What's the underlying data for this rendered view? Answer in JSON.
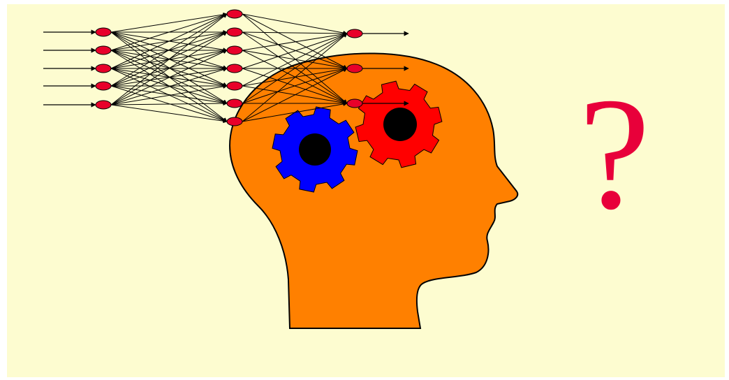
{
  "colors": {
    "background": "#fdfcd0",
    "head": "#ff8000",
    "head_outline": "#000000",
    "gear_blue": "#0000ff",
    "gear_red": "#ff0000",
    "gear_hole": "#000000",
    "neuron_fill": "#e8002a",
    "neuron_outline": "#000000",
    "question_mark": "#e8003a"
  },
  "network": {
    "input_arrows": 5,
    "layers": [
      5,
      7,
      3
    ],
    "output_arrows": 3
  },
  "icons": {
    "head": "human-head-silhouette-icon",
    "gears": "gears-icon",
    "question": "question-mark-icon"
  },
  "question_text": "?"
}
